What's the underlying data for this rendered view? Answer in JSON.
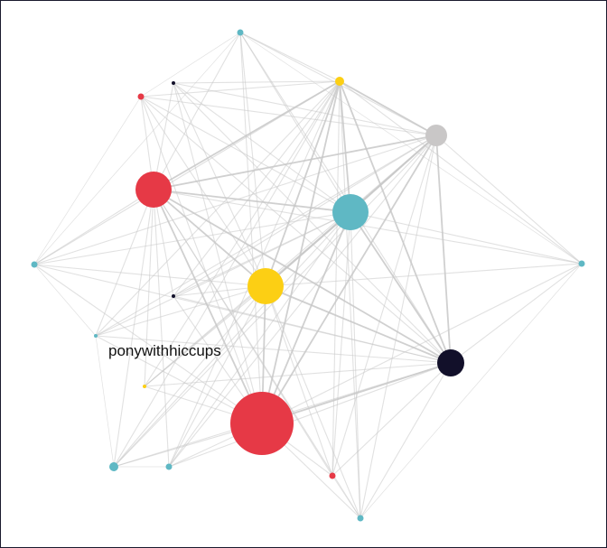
{
  "graph": {
    "label": "ponywithhiccups",
    "colors": {
      "red": "#e63946",
      "teal": "#5fb8c4",
      "yellow": "#fccf14",
      "dark": "#12102a",
      "gray": "#c9c7c7",
      "edge": "#c8c8c8"
    },
    "nodes": [
      {
        "id": "n_red_big",
        "color": "red"
      },
      {
        "id": "n_red_mid",
        "color": "red"
      },
      {
        "id": "n_yellow_big",
        "color": "yellow"
      },
      {
        "id": "n_teal_big",
        "color": "teal"
      },
      {
        "id": "n_dark_big",
        "color": "dark"
      },
      {
        "id": "n_gray",
        "color": "gray"
      },
      {
        "id": "n_yellow_top",
        "color": "yellow"
      },
      {
        "id": "n_teal_top",
        "color": "teal"
      },
      {
        "id": "n_dark_small_top",
        "color": "dark"
      },
      {
        "id": "n_red_small_top",
        "color": "red"
      },
      {
        "id": "n_teal_left",
        "color": "teal"
      },
      {
        "id": "n_teal_right",
        "color": "teal"
      },
      {
        "id": "n_teal_bottom_left",
        "color": "teal"
      },
      {
        "id": "n_teal_bottom_left2",
        "color": "teal"
      },
      {
        "id": "n_teal_bottom",
        "color": "teal"
      },
      {
        "id": "n_red_small_bottom",
        "color": "red"
      },
      {
        "id": "n_yellow_tiny",
        "color": "yellow"
      },
      {
        "id": "n_dark_tiny",
        "color": "dark"
      },
      {
        "id": "n_teal_tiny",
        "color": "teal"
      }
    ]
  }
}
